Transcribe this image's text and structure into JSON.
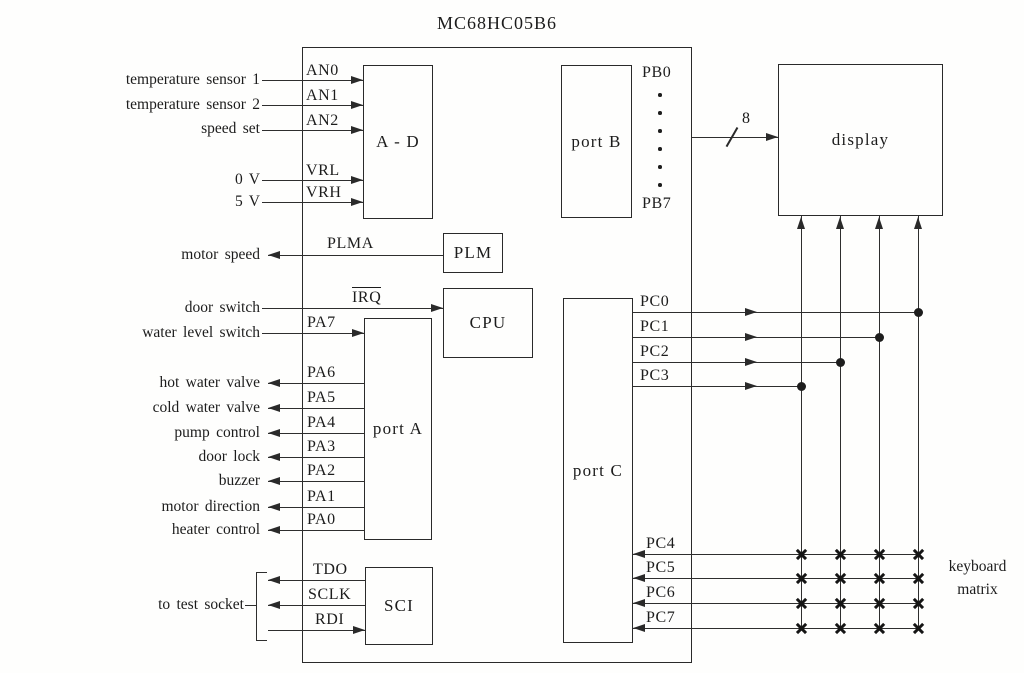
{
  "title": "MC68HC05B6",
  "ink_color": "#2a2a2a",
  "blocks": {
    "adc": "A - D",
    "port_b": "port B",
    "plm": "PLM",
    "cpu": "CPU",
    "port_a": "port A",
    "sci": "SCI",
    "port_c": "port C",
    "display": "display"
  },
  "left_labels": {
    "temp1": "temperature sensor 1",
    "temp2": "temperature sensor 2",
    "speed_set": "speed set",
    "zero_v": "0 V",
    "five_v": "5 V",
    "motor_speed": "motor speed",
    "door_switch": "door switch",
    "water_level_switch": "water level switch",
    "hot_water_valve": "hot water valve",
    "cold_water_valve": "cold water valve",
    "pump_control": "pump control",
    "door_lock": "door lock",
    "buzzer": "buzzer",
    "motor_direction": "motor direction",
    "heater_control": "heater control",
    "to_test_socket": "to test socket"
  },
  "pins": {
    "an": [
      "AN0",
      "AN1",
      "AN2"
    ],
    "vref": [
      "VRL",
      "VRH"
    ],
    "plma": "PLMA",
    "irq": "IRQ",
    "pa": [
      "PA7",
      "PA6",
      "PA5",
      "PA4",
      "PA3",
      "PA2",
      "PA1",
      "PA0"
    ],
    "sci": [
      "TDO",
      "SCLK",
      "RDI"
    ],
    "pb_first": "PB0",
    "pb_last": "PB7",
    "pc_display": [
      "PC0",
      "PC1",
      "PC2",
      "PC3"
    ],
    "pc_keyboard": [
      "PC4",
      "PC5",
      "PC6",
      "PC7"
    ]
  },
  "bus_width": "8",
  "keyboard_matrix": {
    "line1": "keyboard",
    "line2": "matrix"
  }
}
